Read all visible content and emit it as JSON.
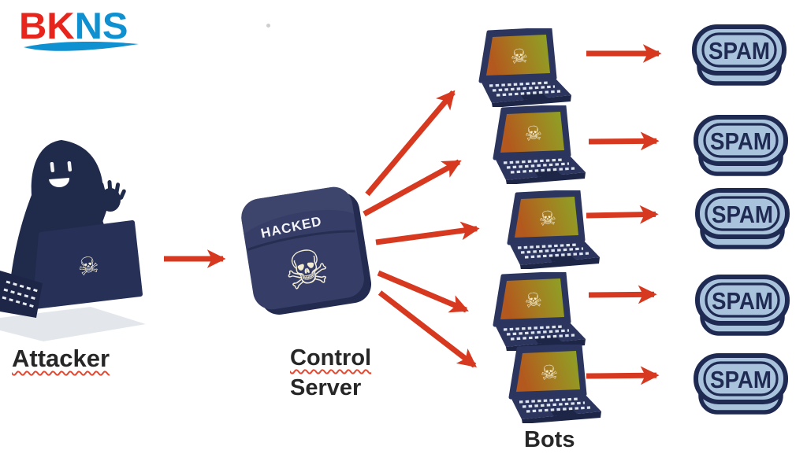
{
  "logo": {
    "text_primary": "BK",
    "text_secondary": "NS",
    "primary_color": "#e8251d",
    "secondary_color": "#0f90d0"
  },
  "attacker": {
    "label": "Attacker",
    "skull": "☠"
  },
  "control_server": {
    "label_line1": "Control",
    "label_line2": "Server",
    "hacked_text": "HACKED",
    "skull": "☠"
  },
  "bots": {
    "label": "Bots",
    "count": 5,
    "skull": "☠"
  },
  "spam": {
    "label": "SPAM",
    "count": 5
  },
  "colors": {
    "arrow": "#d6391f",
    "navy_dark": "#202a4b",
    "navy_mid": "#2b355e",
    "navy_edge": "#1d2647",
    "screen_orange": "#b55a1f",
    "screen_green": "#8ca426",
    "skull_cream": "#f2ecd2",
    "spam_fill": "#a9c3dc",
    "spam_outline": "#1f2a52",
    "label_text": "#262626"
  }
}
